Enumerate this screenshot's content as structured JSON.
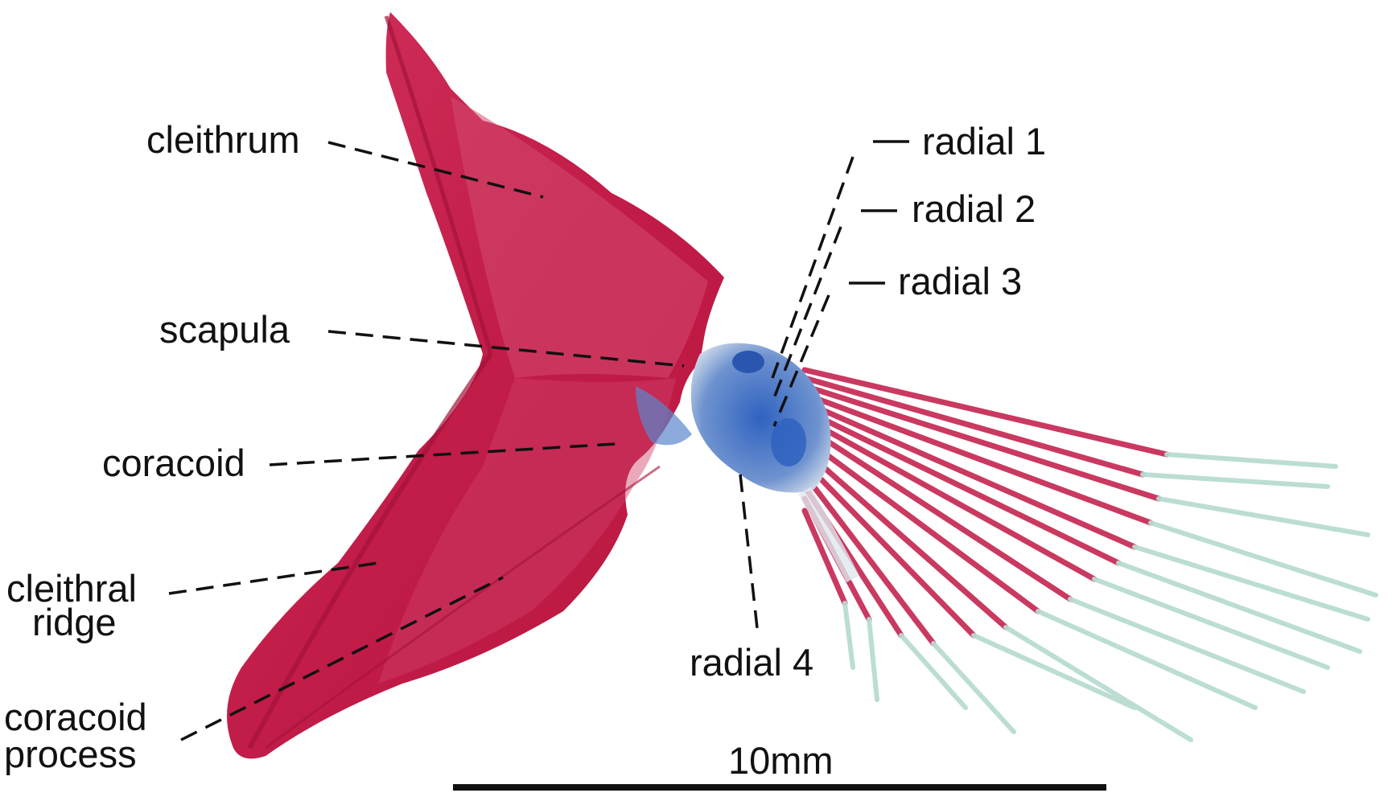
{
  "labels": {
    "cleithrum": "cleithrum",
    "scapula": "scapula",
    "coracoid": "coracoid",
    "cleithral_ridge_1": "cleithral",
    "cleithral_ridge_2": "ridge",
    "coracoid_process_1": "coracoid",
    "coracoid_process_2": "process",
    "radial_1": "radial 1",
    "radial_2": "radial 2",
    "radial_3": "radial 3",
    "radial_4": "radial 4"
  },
  "scale_bar": {
    "label": "10mm"
  },
  "colors": {
    "bone": "#c11f4a",
    "bone_light": "#d84a6e",
    "cartilage": "#3d6fc4",
    "fin_tip": "#b8dcd2",
    "line": "#111111"
  }
}
